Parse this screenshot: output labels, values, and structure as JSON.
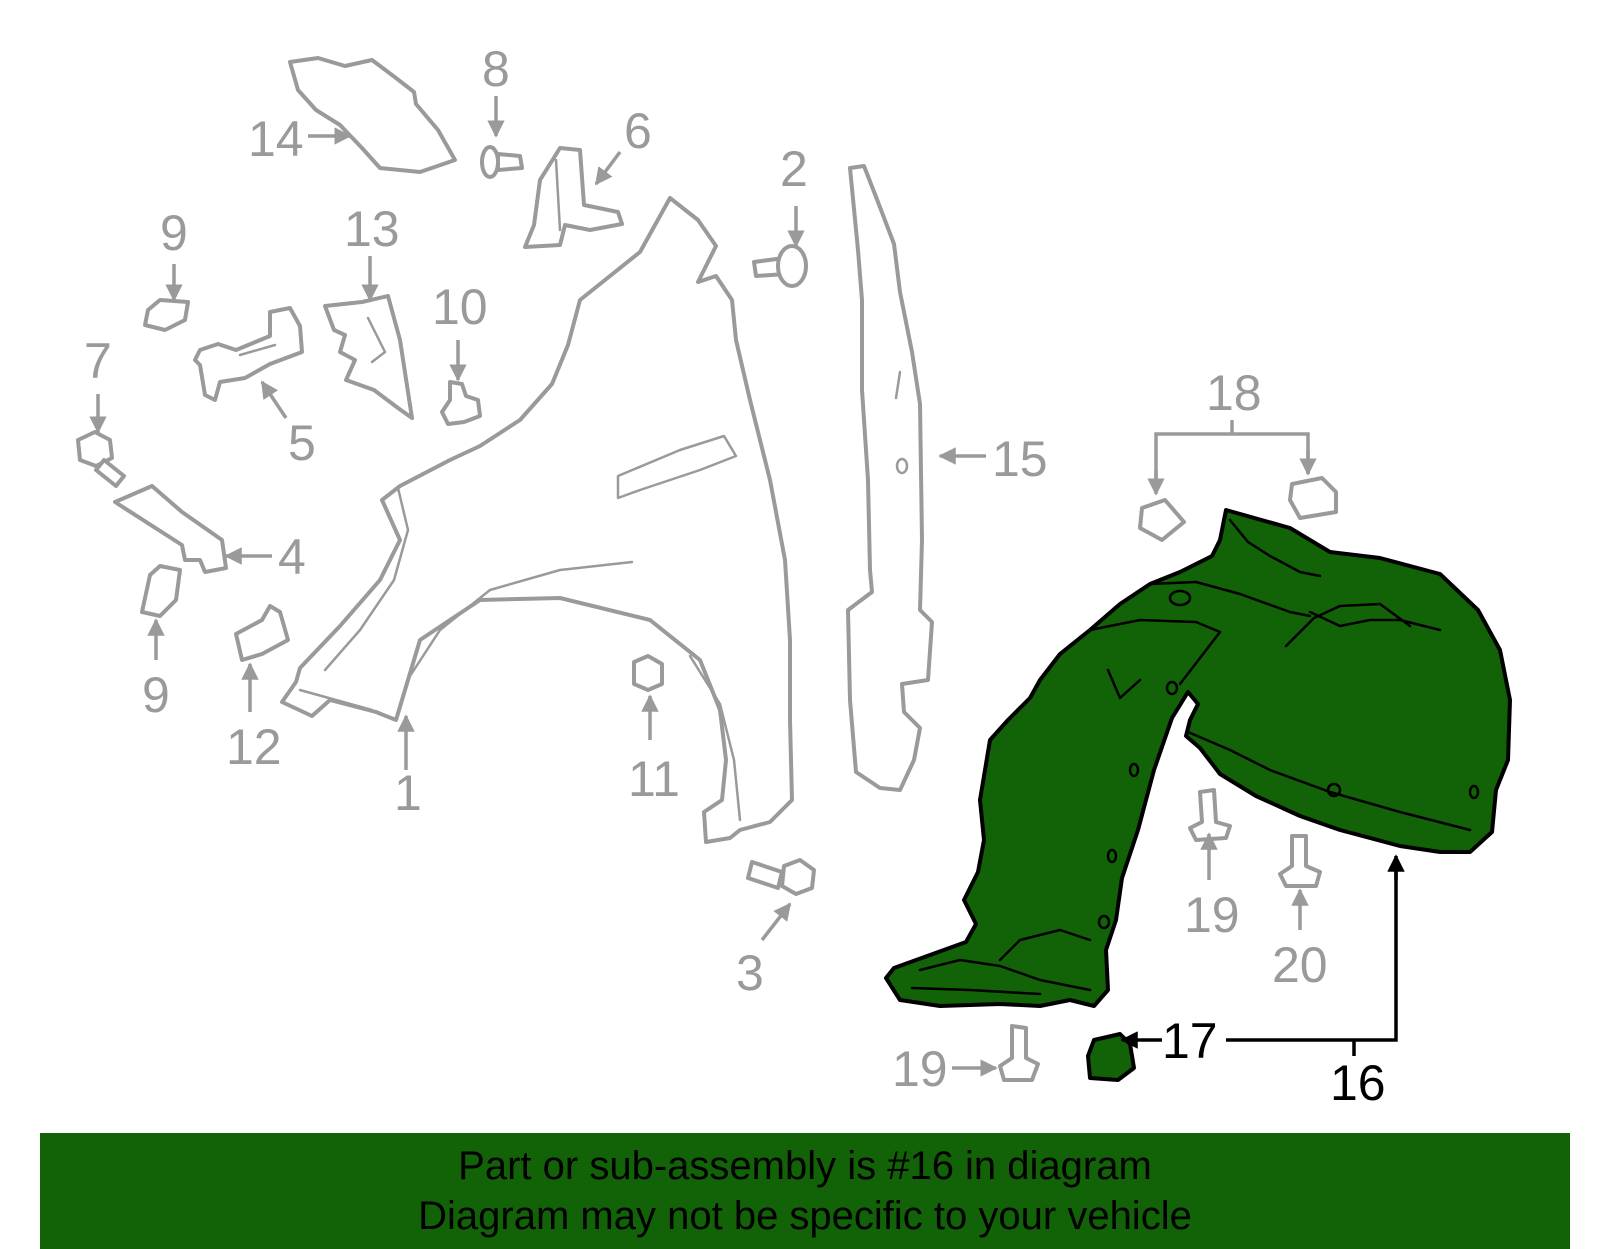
{
  "callouts": {
    "c1": "1",
    "c2": "2",
    "c3": "3",
    "c4": "4",
    "c5": "5",
    "c6": "6",
    "c7": "7",
    "c8": "8",
    "c9a": "9",
    "c9b": "9",
    "c10": "10",
    "c11": "11",
    "c12": "12",
    "c13": "13",
    "c14": "14",
    "c15": "15",
    "c16": "16",
    "c17": "17",
    "c18": "18",
    "c19a": "19",
    "c19b": "19",
    "c20": "20"
  },
  "highlight": {
    "part": "16",
    "fill": "#126207"
  },
  "colors": {
    "part_outline": "#9a9a9a",
    "highlight_outline": "#000000",
    "banner_bg": "#126207"
  },
  "banner": {
    "line1": "Part or sub-assembly is #16 in diagram",
    "line2": "Diagram may not be specific to your vehicle"
  }
}
